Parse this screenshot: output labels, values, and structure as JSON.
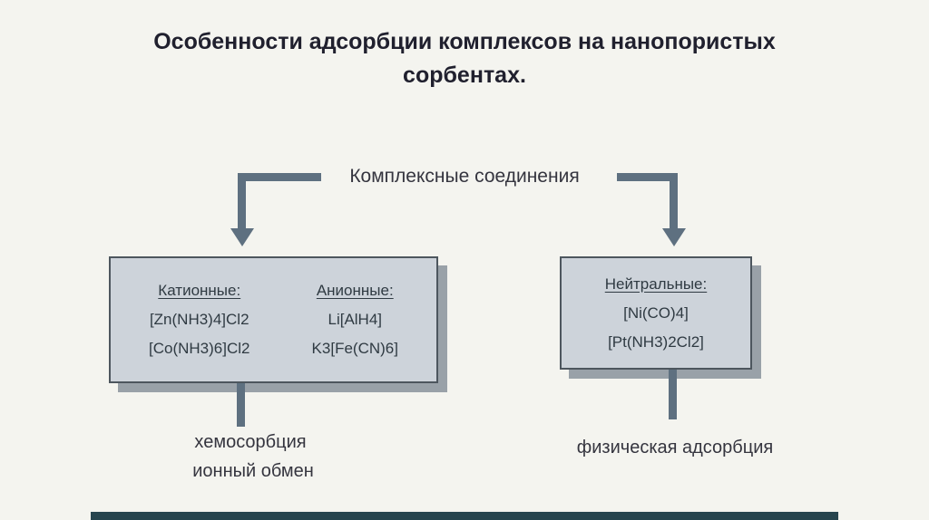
{
  "slide": {
    "title": "Особенности адсорбции комплексов на нанопористых сорбентах."
  },
  "diagram": {
    "root_label": "Комплексные соединения",
    "left_box": {
      "columns": [
        {
          "header": "Катионные:",
          "items": [
            "[Zn(NH3)4]Cl2",
            "[Co(NH3)6]Cl2"
          ]
        },
        {
          "header": "Анионные:",
          "items": [
            "Li[AlH4]",
            "K3[Fe(CN)6]"
          ]
        }
      ],
      "bottom_labels": [
        "хемосорбция",
        "ионный обмен"
      ]
    },
    "right_box": {
      "header": "Нейтральные:",
      "items": [
        "[Ni(CO)4]",
        "[Pt(NH3)2Cl2]"
      ],
      "bottom_label": "физическая адсорбция"
    }
  },
  "colors": {
    "background": "#f4f4ef",
    "title-text": "#20202e",
    "body-text": "#35353f",
    "arrow": "#5e7080",
    "box-fill": "#cdd3da",
    "box-border": "#4d565e",
    "box-shadow": "#99a1a8",
    "box-text": "#2f3a42",
    "bottom-bar": "#27454e"
  }
}
